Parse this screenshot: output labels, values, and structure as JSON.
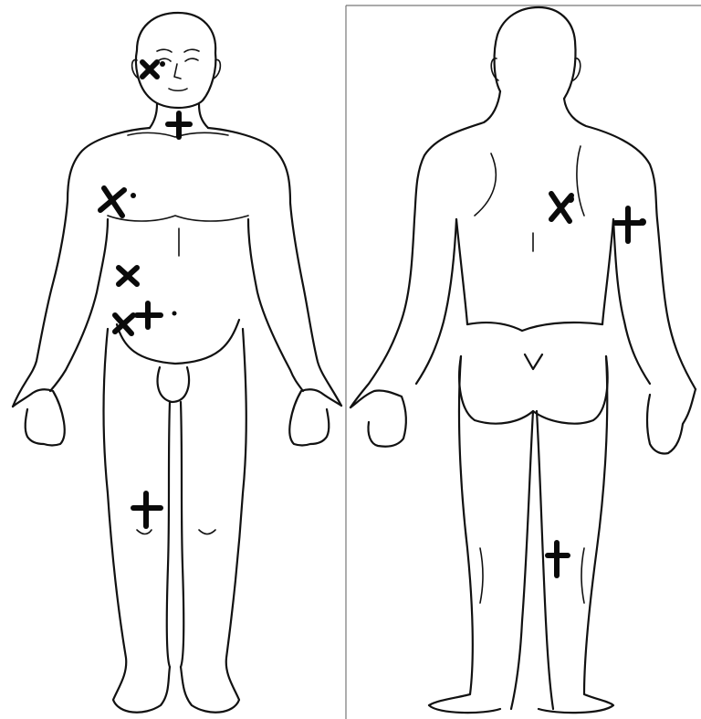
{
  "figure": {
    "views": [
      "anterior",
      "posterior"
    ],
    "line_color": "#111111",
    "background": "#ffffff"
  },
  "markers": [
    {
      "symbol": "cross",
      "region": "face-right-cheek",
      "view": "anterior"
    },
    {
      "symbol": "plus",
      "region": "neck",
      "view": "anterior"
    },
    {
      "symbol": "cross",
      "region": "right-chest",
      "view": "anterior"
    },
    {
      "symbol": "cross",
      "region": "right-flank-upper",
      "view": "anterior"
    },
    {
      "symbol": "cross",
      "region": "right-flank-lower",
      "view": "anterior"
    },
    {
      "symbol": "plus",
      "region": "lower-abdomen",
      "view": "anterior"
    },
    {
      "symbol": "plus",
      "region": "right-thigh",
      "view": "anterior"
    },
    {
      "symbol": "cross",
      "region": "upper-back",
      "view": "posterior"
    },
    {
      "symbol": "plus",
      "region": "right-upper-arm",
      "view": "posterior"
    },
    {
      "symbol": "plus",
      "region": "right-calf",
      "view": "posterior"
    }
  ]
}
